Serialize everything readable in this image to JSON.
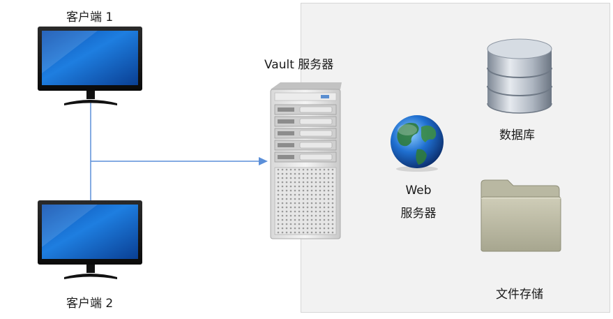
{
  "clients": [
    {
      "label": "客户端 1",
      "icon": "monitor-icon"
    },
    {
      "label": "客户端 2",
      "icon": "monitor-icon"
    }
  ],
  "vault_server": {
    "label": "Vault 服务器",
    "icon": "server-tower-icon"
  },
  "web_server": {
    "label_line1": "Web",
    "label_line2": "服务器",
    "icon": "globe-icon"
  },
  "database": {
    "label": "数据库",
    "icon": "database-icon"
  },
  "file_storage": {
    "label": "文件存储",
    "icon": "folder-icon"
  },
  "colors": {
    "connector": "#5b8fd9",
    "panel_bg": "#f2f2f2",
    "screen_blue": "#1a6fd1"
  }
}
